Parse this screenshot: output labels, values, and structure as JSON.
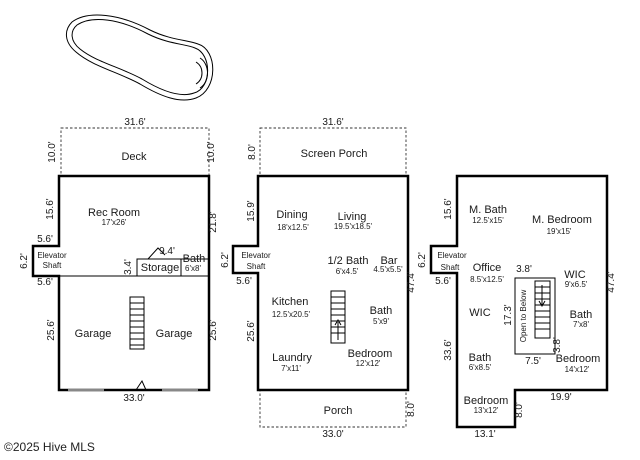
{
  "plan1": {
    "top_width": "31.6'",
    "deck_dim_left": "10.0'",
    "deck_dim_right": "10.0'",
    "deck": "Deck",
    "rec_dim_left": "15.6'",
    "rec_dim_right": "21.8'",
    "rec_room": {
      "name": "Rec Room",
      "size": "17'x26'"
    },
    "elevator": {
      "line1": "Elevator",
      "line2": "Shaft"
    },
    "elev_dim_top": "5.6'",
    "elev_dim_side": "6.2'",
    "elev_dim_bottom": "5.6'",
    "stair_dim": "9.4'",
    "stair_dim_side": "3.4'",
    "storage": "Storage",
    "bath": {
      "name": "Bath",
      "size": "6'x8'"
    },
    "garage_left": "Garage",
    "garage_right": "Garage",
    "garage_dim_left": "25.6'",
    "garage_dim_right": "25.6'",
    "bottom_width": "33.0'"
  },
  "plan2": {
    "top_width": "31.6'",
    "porch_dim": "8.0'",
    "screen_porch": "Screen Porch",
    "dining_dim": "15.9'",
    "dining": {
      "name": "Dining",
      "size": "18'x12.5'"
    },
    "living": {
      "name": "Living",
      "size": "19.5'x18.5'"
    },
    "elevator": {
      "line1": "Elevator",
      "line2": "Shaft"
    },
    "elev_dim_side": "6.2'",
    "elev_dim_bottom": "5.6'",
    "half_bath": {
      "name": "1/2 Bath",
      "size": "6'x4.5'"
    },
    "bar": {
      "name": "Bar",
      "size": "4.5'x5.5'"
    },
    "right_dim": "47.4'",
    "kitchen": {
      "name": "Kitchen",
      "size": "12.5'x20.5'"
    },
    "left_dim": "25.6'",
    "bath": {
      "name": "Bath",
      "size": "5'x9'"
    },
    "laundry": {
      "name": "Laundry",
      "size": "7'x11'"
    },
    "bedroom": {
      "name": "Bedroom",
      "size": "12'x12'"
    },
    "porch": "Porch",
    "bottom_width": "33.0'"
  },
  "plan3": {
    "left_dim": "15.6'",
    "m_bath": {
      "name": "M. Bath",
      "size": "12.5'x15'"
    },
    "m_bedroom": {
      "name": "M. Bedroom",
      "size": "19'x15'"
    },
    "elevator": {
      "line1": "Elevator",
      "line2": "Shaft"
    },
    "elev_dim_side": "6.2'",
    "elev_dim_bottom": "5.6'",
    "office": {
      "name": "Office",
      "size": "8.5'x12.5'"
    },
    "open_dim_top": "3.8'",
    "wic_upper": {
      "name": "WIC",
      "size": "9'x6.5'"
    },
    "right_dim": "47.4'",
    "wic_lower": "WIC",
    "open_dim_side": "17.3'",
    "open_to_below": "Open to Below",
    "bath_right": {
      "name": "Bath",
      "size": "7'x8'"
    },
    "open_dim_right": "3.8'",
    "lower_left_dim": "33.6'",
    "bath_center": {
      "name": "Bath",
      "size": "6'x8.5'"
    },
    "open_dim_bottom": "7.5'",
    "bedroom_right": {
      "name": "Bedroom",
      "size": "14'x12'"
    },
    "step_dim": "19.9'",
    "bedroom_bottom": {
      "name": "Bedroom",
      "size": "13'x12'"
    },
    "bottom_dim_side": "8.0'",
    "bottom_width": "13.1'"
  },
  "copyright": "©2025 Hive MLS"
}
